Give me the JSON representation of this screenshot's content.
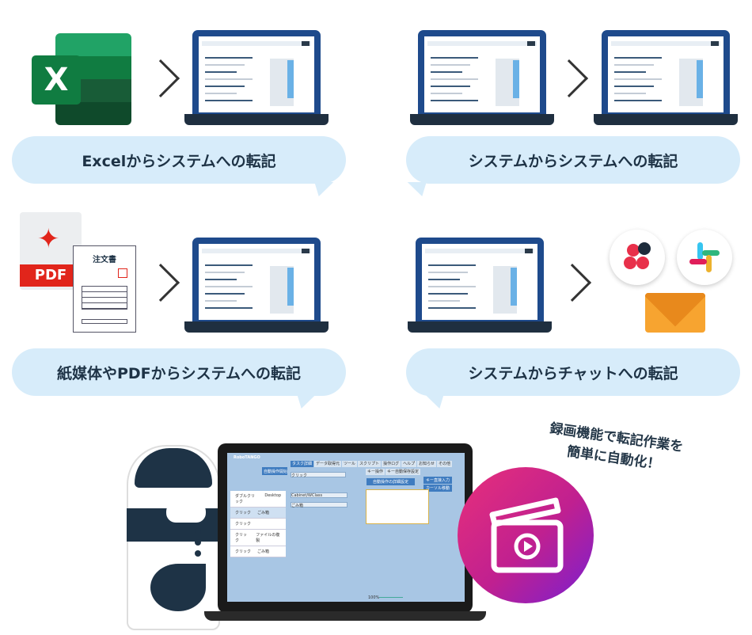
{
  "flows": [
    {
      "label": "Excelからシステムへの転記",
      "source": "excel-icon"
    },
    {
      "label": "システムからシステムへの転記",
      "source": "laptop-icon"
    },
    {
      "label": "紙媒体やPDFからシステムへの転記",
      "source": "pdf-icon"
    },
    {
      "label": "システムからチャットへの転記",
      "source": "laptop-icon"
    }
  ],
  "excel_letter": "X",
  "pdf_label": "PDF",
  "order_doc_title": "注文書",
  "caption_line1": "録画機能で転記作業を",
  "caption_line2": "簡単に自動化！",
  "app": {
    "logo": "RoboTANGO",
    "tabs": [
      "タスク詳細",
      "データ取得元",
      "ツール",
      "スクリプト",
      "操作ログ",
      "ヘルプ",
      "お知らせ",
      "その他"
    ],
    "right_tabs": [
      "キー操作",
      "キー自動保存設定"
    ],
    "record_button": "自動操作開始",
    "steps": [
      {
        "action": "ダブルクリック",
        "target": "Desktop"
      },
      {
        "action": "クリック",
        "target": "ごみ箱"
      },
      {
        "action": "クリック",
        "target": ""
      },
      {
        "action": "クリック",
        "target": "ファイルの複製"
      },
      {
        "action": "クリック",
        "target": "ごみ箱"
      }
    ],
    "field_operation": "クリック",
    "field_window": "Cabinet/WClass",
    "field_title": "ごみ箱",
    "buttons": [
      "キー直接入力",
      "カーソル移動",
      "自動操作の詳細設定"
    ],
    "zoom_label": "100%"
  },
  "colors": {
    "bubble": "#d7ecfa",
    "laptop": "#1e4a8c",
    "excel": "#1d6f42",
    "pdf": "#e1251b",
    "clapper_from": "#e8307a",
    "clapper_to": "#7a1fd0"
  }
}
